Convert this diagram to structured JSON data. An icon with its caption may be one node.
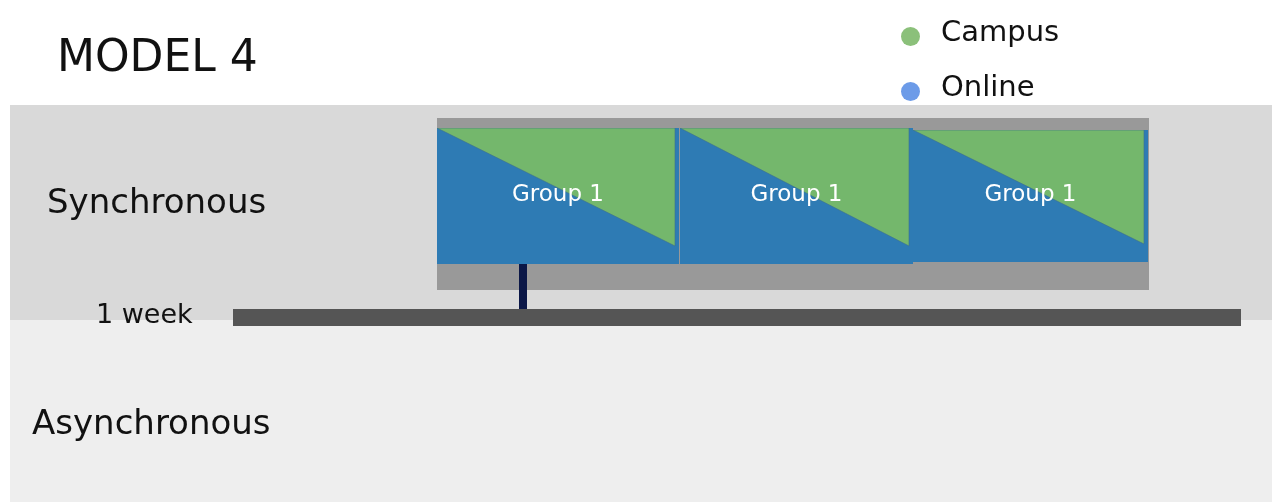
{
  "diagram": {
    "title": "MODEL 4",
    "nodes": [
      {
        "text": [
          "Synchronous"
        ]
      },
      {
        "text": [
          "Asynchronous"
        ]
      },
      {
        "text": [],
        "shape": "box",
        "in": 0
      },
      {
        "text": [
          "Group 1"
        ],
        "in": 2
      },
      {
        "text": [
          "Group 1"
        ],
        "in": 2
      },
      {
        "text": [
          "Group 1"
        ],
        "in": 2
      },
      {
        "text": [],
        "shape": "bar"
      }
    ],
    "edges": [
      {
        "from": 3,
        "to": 6,
        "arrow": "none"
      }
    ],
    "labels": [
      "1 week"
    ],
    "legend": [
      {
        "text": "Campus",
        "color": "#8bc07a"
      },
      {
        "text": "Online",
        "color": "#6c9be8"
      }
    ]
  }
}
